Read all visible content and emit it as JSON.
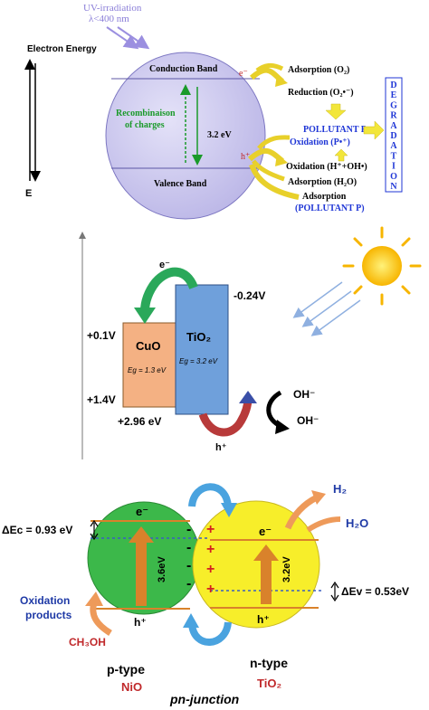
{
  "panel1": {
    "uv_label": "UV-irradiation",
    "uv_wavelength": "λ<400 nm",
    "electron_energy": "Electron Energy",
    "energy_axis": "E",
    "conduction_band": "Conduction Band",
    "valence_band": "Valence Band",
    "recombination_line1": "Recombinaison",
    "recombination_line2": "of charges",
    "band_gap": "3.2 eV",
    "electron": "e⁻",
    "hole": "h⁺",
    "adsorption_o2": "Adsorption (O₂)",
    "reduction": "Reduction (O₂•⁻)",
    "pollutant_p": "POLLUTANT P",
    "oxidation_p": "Oxidation (P•⁺)",
    "oxidation_oh": "Oxidation (H⁺+OH•)",
    "adsorption_h2o": "Adsorption (H₂O)",
    "adsorption_pollutant_1": "Adsorption",
    "adsorption_pollutant_2": "(POLLUTANT P)",
    "degradation_letters": [
      "D",
      "E",
      "G",
      "R",
      "A",
      "D",
      "A",
      "T",
      "I",
      "O",
      "N"
    ]
  },
  "panel2": {
    "electron": "e⁻",
    "hole": "h⁺",
    "cuo_label": "CuO",
    "tio2_label": "TiO₂",
    "cuo_gap": "Eg = 1.3 eV",
    "tio2_gap": "Eg = 3.2 eV",
    "tio2_cb": "-0.24V",
    "cuo_cb": "+0.1V",
    "cuo_vb": "+1.4V",
    "tio2_vb": "+2.96 eV",
    "oh_minus_1": "OH⁻",
    "oh_minus_2": "OH⁻"
  },
  "panel3": {
    "delta_ec": "ΔEc = 0.93 eV",
    "delta_ev": "ΔEv = 0.53eV",
    "e_left": "e⁻",
    "h_left": "h⁺",
    "e_right": "e⁻",
    "h_right": "h⁺",
    "gap_nio": "3.6eV",
    "gap_tio2": "3.2eV",
    "h2": "H₂",
    "h2o": "H₂O",
    "oxidation_products_1": "Oxidation",
    "oxidation_products_2": "products",
    "ch3oh": "CH₃OH",
    "p_type": "p-type",
    "nio": "NiO",
    "n_type": "n-type",
    "tio2": "TiO₂",
    "junction": "pn-junction"
  },
  "colors": {
    "sphere": "#c9c5ee",
    "cuo": "#f4b183",
    "tio2": "#6fa0db",
    "nio": "#3cb84a",
    "tio2_np": "#f7ee2a",
    "orange_arrow": "#d9822b",
    "blue_text": "#1f36d6",
    "red_text": "#c0292b"
  }
}
